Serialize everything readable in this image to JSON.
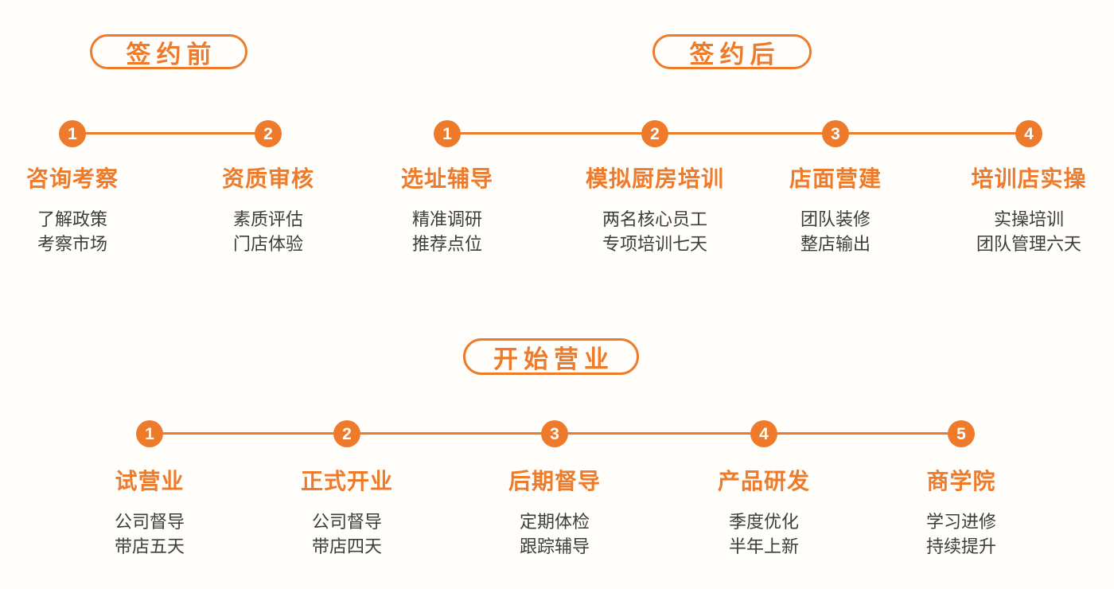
{
  "colors": {
    "accent": "#ED7B2B",
    "text": "#3C3C3C",
    "background": "#FFFEFA",
    "circle_text": "#FFFFFF"
  },
  "sections": [
    {
      "label": "签约前",
      "steps": [
        {
          "number": "1",
          "title": "咨询考察",
          "desc1": "了解政策",
          "desc2": "考察市场"
        },
        {
          "number": "2",
          "title": "资质审核",
          "desc1": "素质评估",
          "desc2": "门店体验"
        }
      ]
    },
    {
      "label": "签约后",
      "steps": [
        {
          "number": "1",
          "title": "选址辅导",
          "desc1": "精准调研",
          "desc2": "推荐点位"
        },
        {
          "number": "2",
          "title": "模拟厨房培训",
          "desc1": "两名核心员工",
          "desc2": "专项培训七天"
        },
        {
          "number": "3",
          "title": "店面营建",
          "desc1": "团队装修",
          "desc2": "整店输出"
        },
        {
          "number": "4",
          "title": "培训店实操",
          "desc1": "实操培训",
          "desc2": "团队管理六天"
        }
      ]
    },
    {
      "label": "开始营业",
      "steps": [
        {
          "number": "1",
          "title": "试营业",
          "desc1": "公司督导",
          "desc2": "带店五天"
        },
        {
          "number": "2",
          "title": "正式开业",
          "desc1": "公司督导",
          "desc2": "带店四天"
        },
        {
          "number": "3",
          "title": "后期督导",
          "desc1": "定期体检",
          "desc2": "跟踪辅导"
        },
        {
          "number": "4",
          "title": "产品研发",
          "desc1": "季度优化",
          "desc2": "半年上新"
        },
        {
          "number": "5",
          "title": "商学院",
          "desc1": "学习进修",
          "desc2": "持续提升"
        }
      ]
    }
  ]
}
